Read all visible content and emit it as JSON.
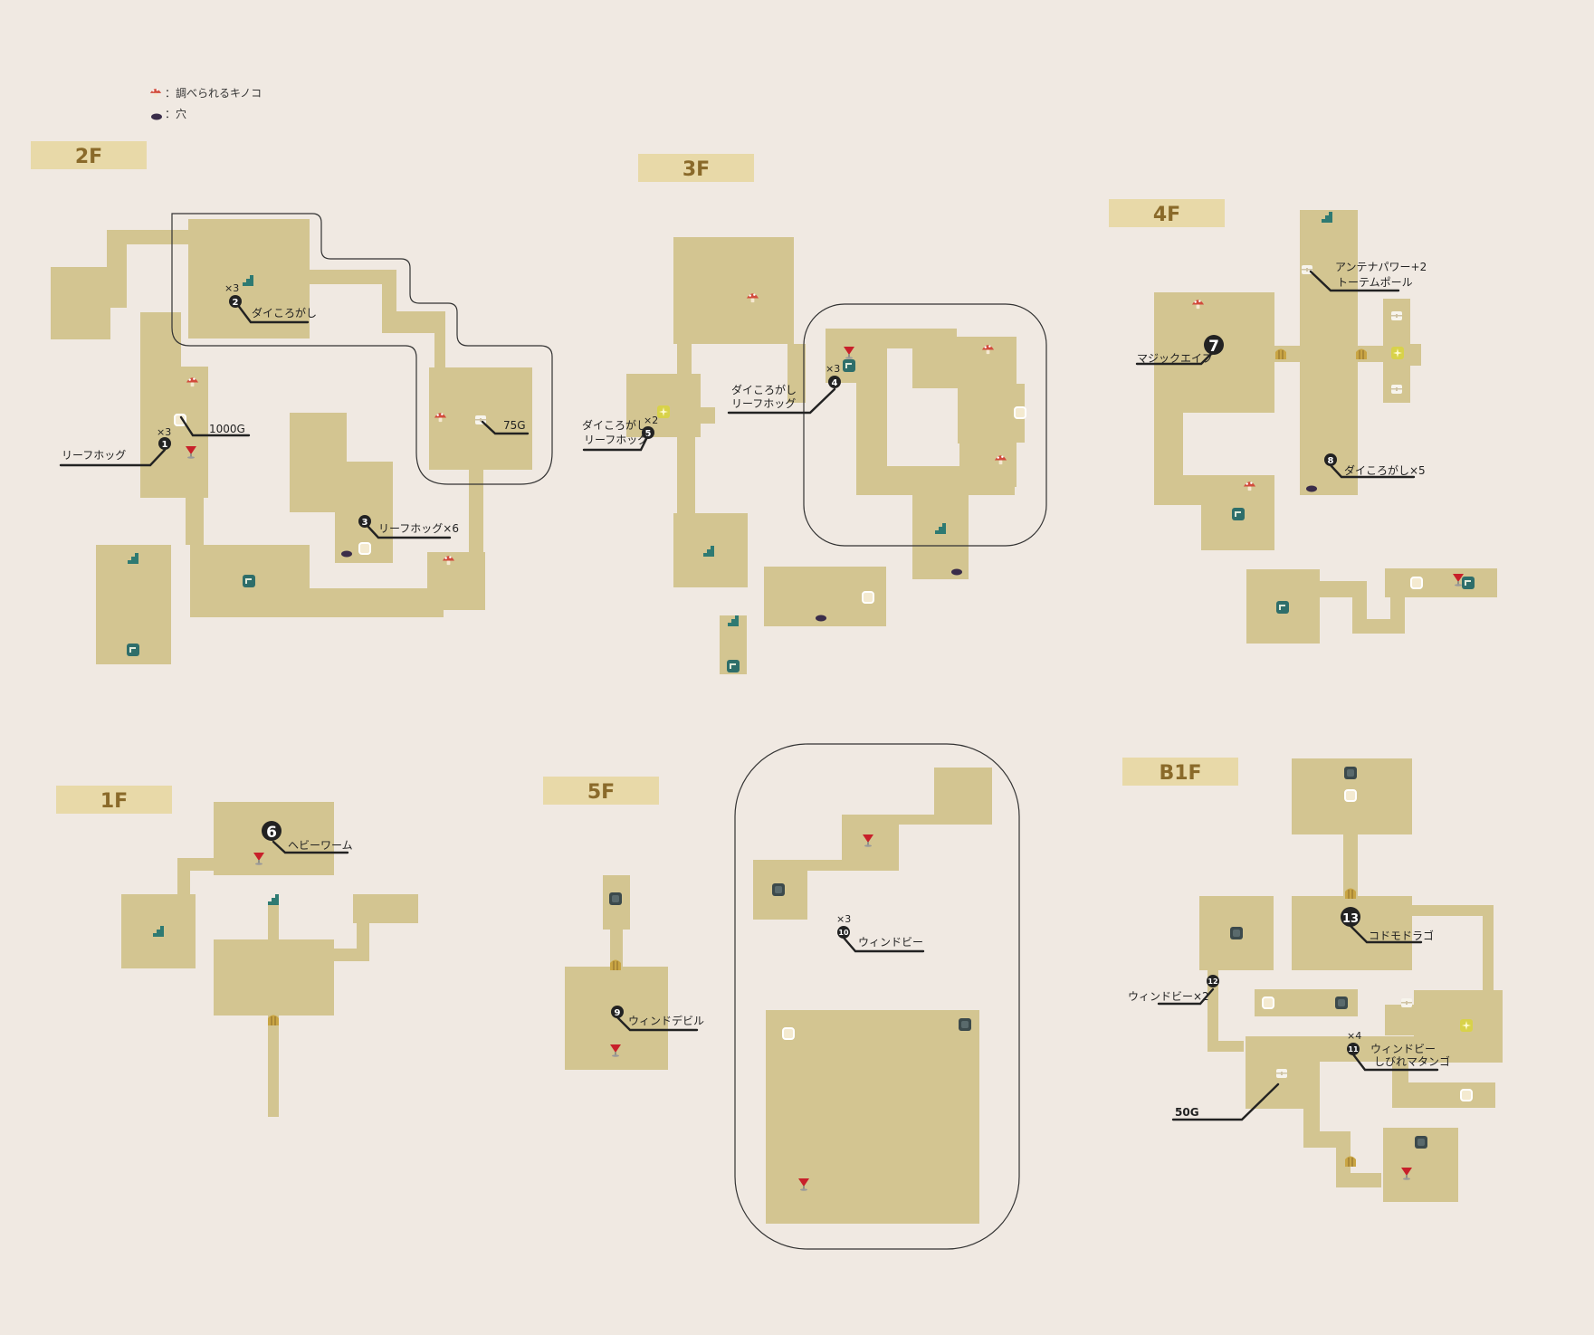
{
  "colors": {
    "background": "#f0e9e2",
    "room": "#d3c591",
    "floor_label_bg": "#e8d9a8",
    "floor_label_text": "#8a6a2a",
    "stairs": "#2e7a72",
    "point_stairs": "#3a6a6a",
    "mushroom": "#d24b3c",
    "hole": "#3a2d4a",
    "flag": "#c8202a",
    "door": "#c9a544",
    "marker": "#222222",
    "outline": "#333333"
  },
  "legend": {
    "mushroom_label": "：調べられるキノコ",
    "hole_label": "：穴"
  },
  "floors": {
    "f2": "2F",
    "f3": "3F",
    "f4": "4F",
    "f1": "1F",
    "f5": "5F",
    "b1": "B1F"
  },
  "markers": {
    "m1": "1",
    "m2": "2",
    "m3": "3",
    "m4": "4",
    "m5": "5",
    "m6": "6",
    "m7": "7",
    "m8": "8",
    "m9": "9",
    "m10": "10",
    "m11": "11",
    "m12": "12",
    "m13": "13"
  },
  "labels": {
    "leafhog": "リーフホッグ",
    "leafhog_x3": "×3",
    "g1000": "1000G",
    "daikorogashi": "ダイころがし",
    "daikoro_x3": "×3",
    "leafhog_x6": "リーフホッグ×6",
    "g75": "75G",
    "f3_m5_line1": "ダイころがし",
    "f3_m5_line2": "リーフホッグ",
    "f3_m5_x2": "×2",
    "f3_m4_line1": "ダイころがし",
    "f3_m4_line2": "リーフホッグ",
    "f3_m4_x3": "×3",
    "antenna": "アンテナパワー+2",
    "totem": "トーテムポール",
    "magic_ape": "マジックエイプ",
    "daikoro_x5": "ダイころがし×5",
    "heavyworm": "ヘビーワーム",
    "wind_devil": "ウィンドデビル",
    "windbee": "ウィンドビー",
    "windbee_x3": "×3",
    "kodomodrago": "コドモドラゴ",
    "windbee_x2": "ウィンドビー×2",
    "b1_m11_line1": "ウィンドビー",
    "b1_m11_line2": "しびれマタンゴ",
    "b1_m11_x4": "×4",
    "g50": "50G"
  }
}
